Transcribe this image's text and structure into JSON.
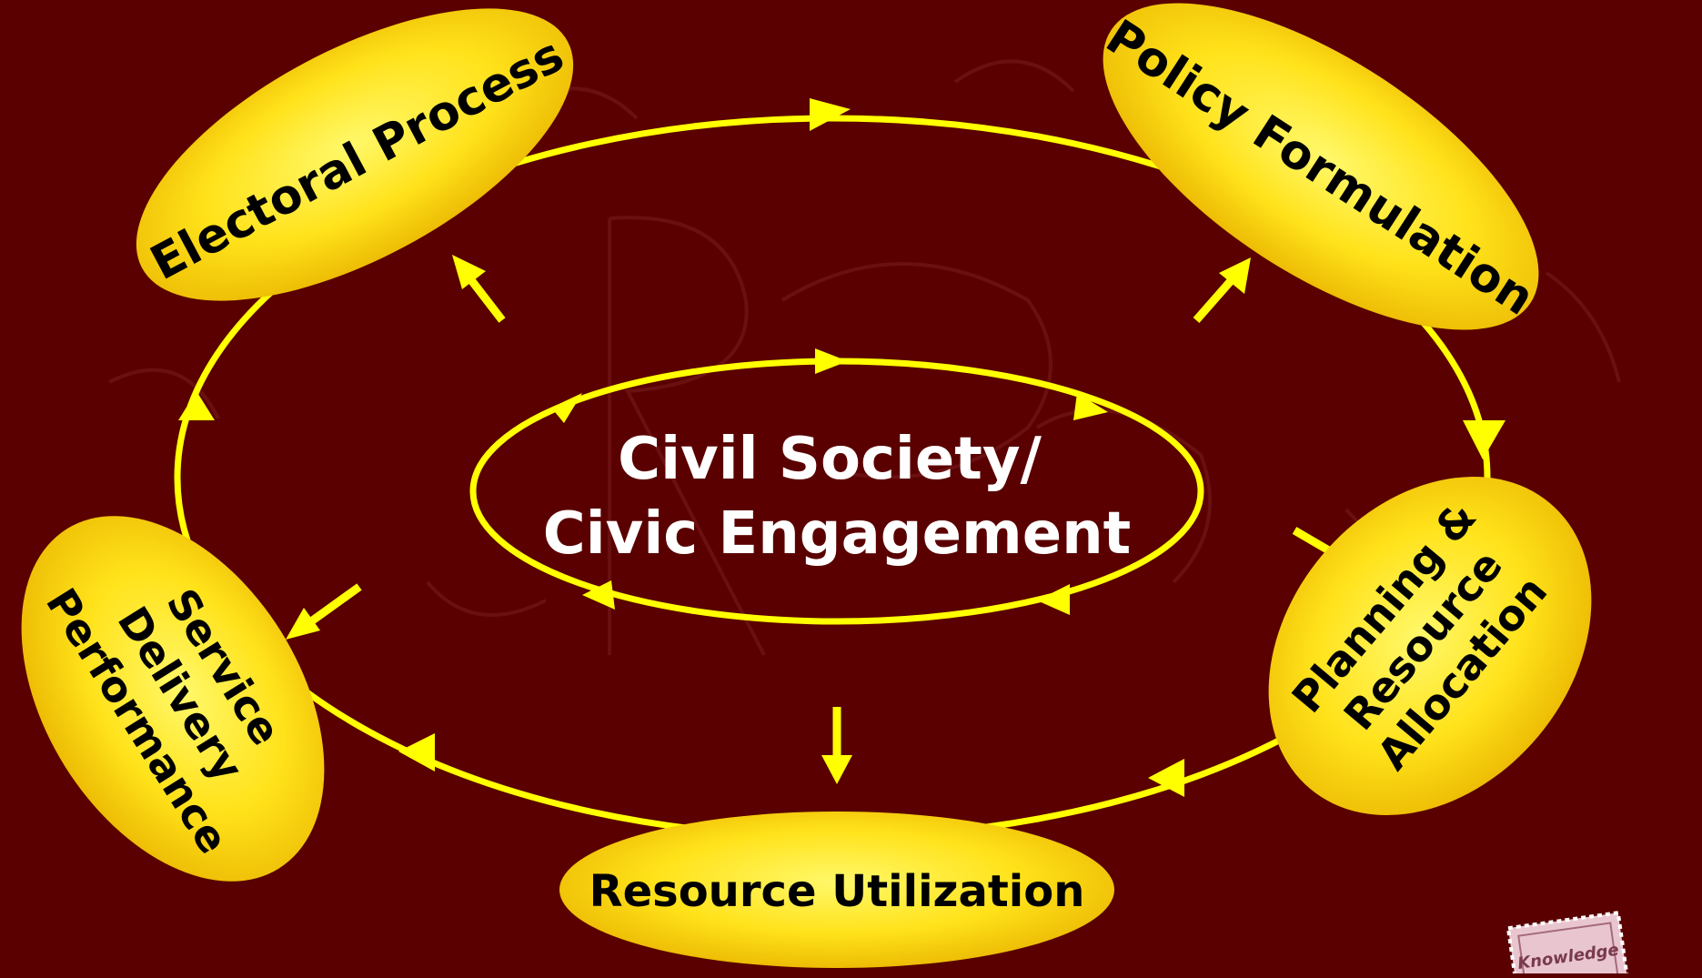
{
  "center": {
    "line1": "Civil Society/",
    "line2": "Civic Engagement"
  },
  "nodes": {
    "electoral": "Electoral Process",
    "policy": "Policy Formulation",
    "planning": {
      "line1": "Planning &",
      "line2": "Resource",
      "line3": "Allocation"
    },
    "utilization": "Resource Utilization",
    "service": {
      "line1": "Service",
      "line2": "Delivery",
      "line3": "Performance"
    }
  },
  "stamp": "Knowledge",
  "colors": {
    "background": "#5a0000",
    "accent": "#ffff00",
    "node_fill": "#f5c400",
    "node_highlight": "#fff45a",
    "node_text": "#000000",
    "center_text": "#ffffff"
  }
}
